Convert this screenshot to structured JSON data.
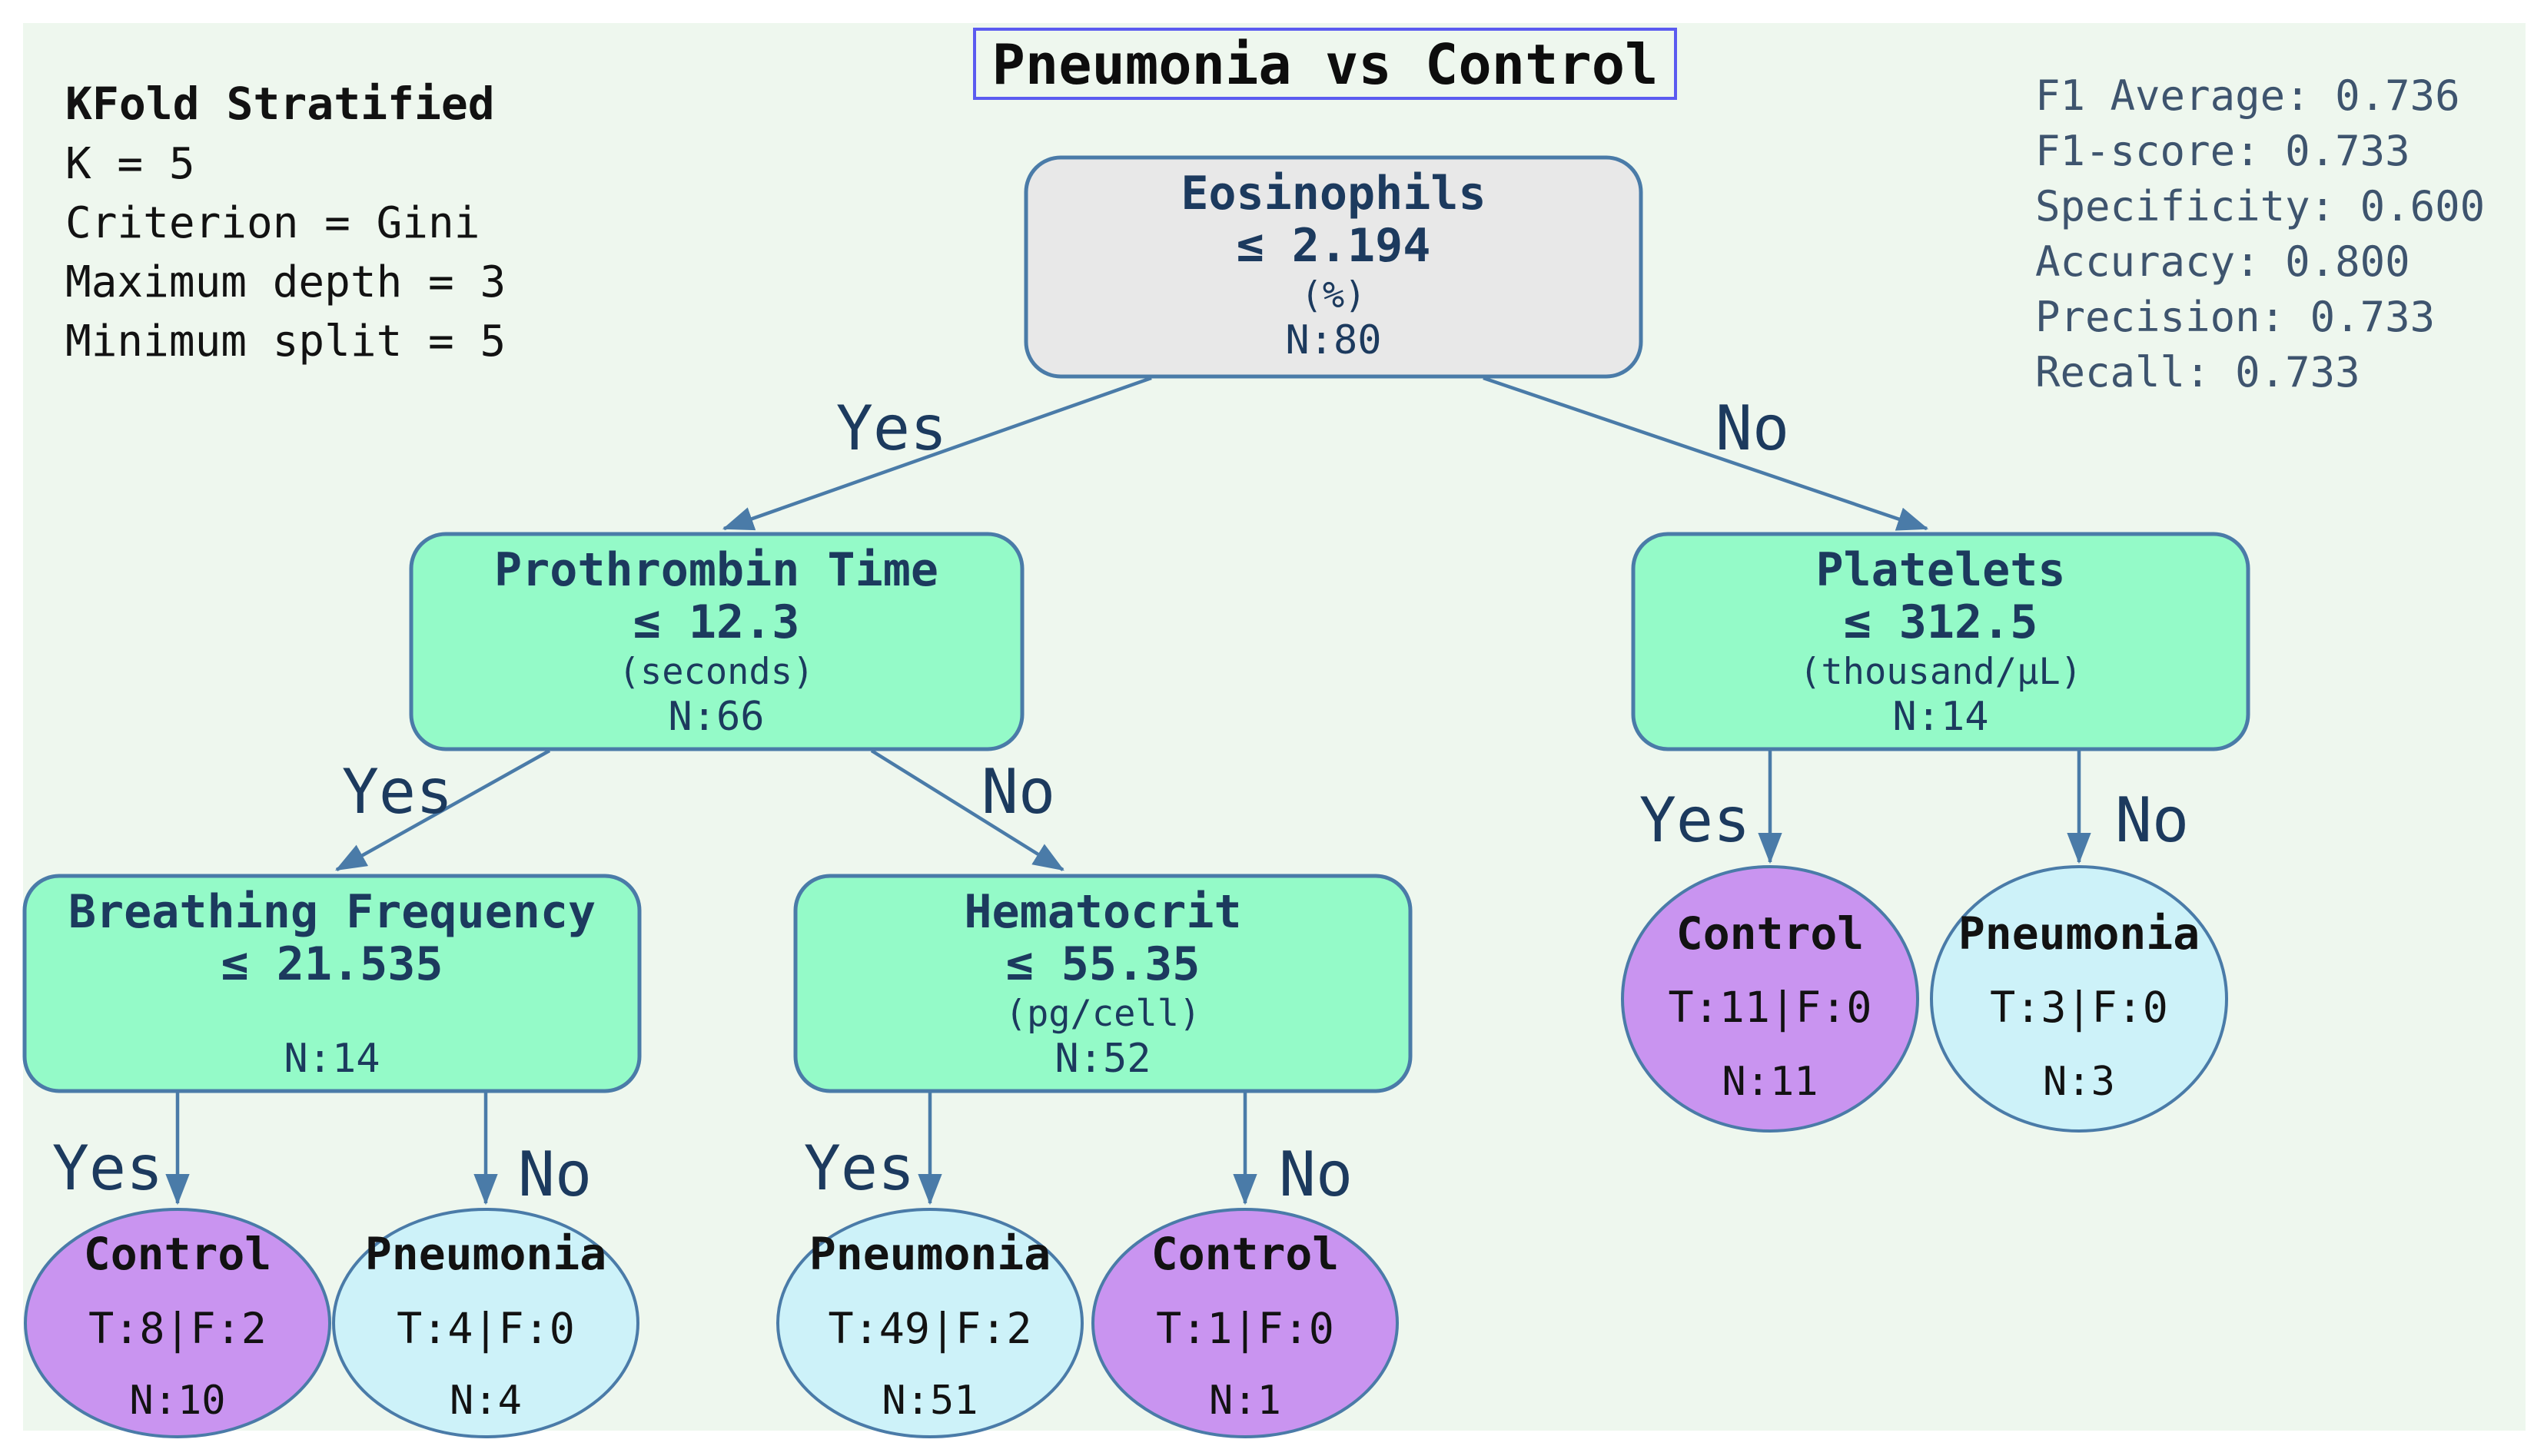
{
  "title": "Pneumonia vs Control",
  "config": {
    "heading": "KFold Stratified",
    "k": "K = 5",
    "criterion": "Criterion = Gini",
    "max_depth": "Maximum depth = 3",
    "min_split": "Minimum split = 5"
  },
  "metrics": {
    "f1_average": "F1 Average: 0.736",
    "f1_score": "F1-score: 0.733",
    "specificity": "Specificity: 0.600",
    "accuracy": "Accuracy: 0.800",
    "precision": "Precision: 0.733",
    "recall": "Recall: 0.733"
  },
  "edge_labels": {
    "yes": "Yes",
    "no": "No"
  },
  "nodes": {
    "root": {
      "feature": "Eosinophils",
      "threshold": "≤ 2.194",
      "unit": "(%)",
      "samples": "N:80"
    },
    "prothrombin": {
      "feature": "Prothrombin Time",
      "threshold": "≤ 12.3",
      "unit": "(seconds)",
      "samples": "N:66"
    },
    "platelets": {
      "feature": "Platelets",
      "threshold": "≤ 312.5",
      "unit": "(thousand/μL)",
      "samples": "N:14"
    },
    "breathing": {
      "feature": "Breathing Frequency",
      "threshold": "≤ 21.535",
      "unit": "",
      "samples": "N:14"
    },
    "hematocrit": {
      "feature": "Hematocrit",
      "threshold": "≤ 55.35",
      "unit": "(pg/cell)",
      "samples": "N:52"
    }
  },
  "leaves": {
    "breathing_yes": {
      "label": "Control",
      "tf": "T:8|F:2",
      "samples": "N:10"
    },
    "breathing_no": {
      "label": "Pneumonia",
      "tf": "T:4|F:0",
      "samples": "N:4"
    },
    "hematocrit_yes": {
      "label": "Pneumonia",
      "tf": "T:49|F:2",
      "samples": "N:51"
    },
    "hematocrit_no": {
      "label": "Control",
      "tf": "T:1|F:0",
      "samples": "N:1"
    },
    "platelets_yes": {
      "label": "Control",
      "tf": "T:11|F:0",
      "samples": "N:11"
    },
    "platelets_no": {
      "label": "Pneumonia",
      "tf": "T:3|F:0",
      "samples": "N:3"
    }
  },
  "colors": {
    "figure_background": "#eef7ee",
    "internal_node_fill": "#94fac8",
    "root_node_fill": "#e8e8e8",
    "control_leaf_fill": "#c994f0",
    "pneumonia_leaf_fill": "#cdf2f9",
    "edge_stroke": "#4a7ba8",
    "title_box_border": "#5b5bf0",
    "node_text": "#1c3a5e",
    "metrics_text": "#3e546e"
  }
}
